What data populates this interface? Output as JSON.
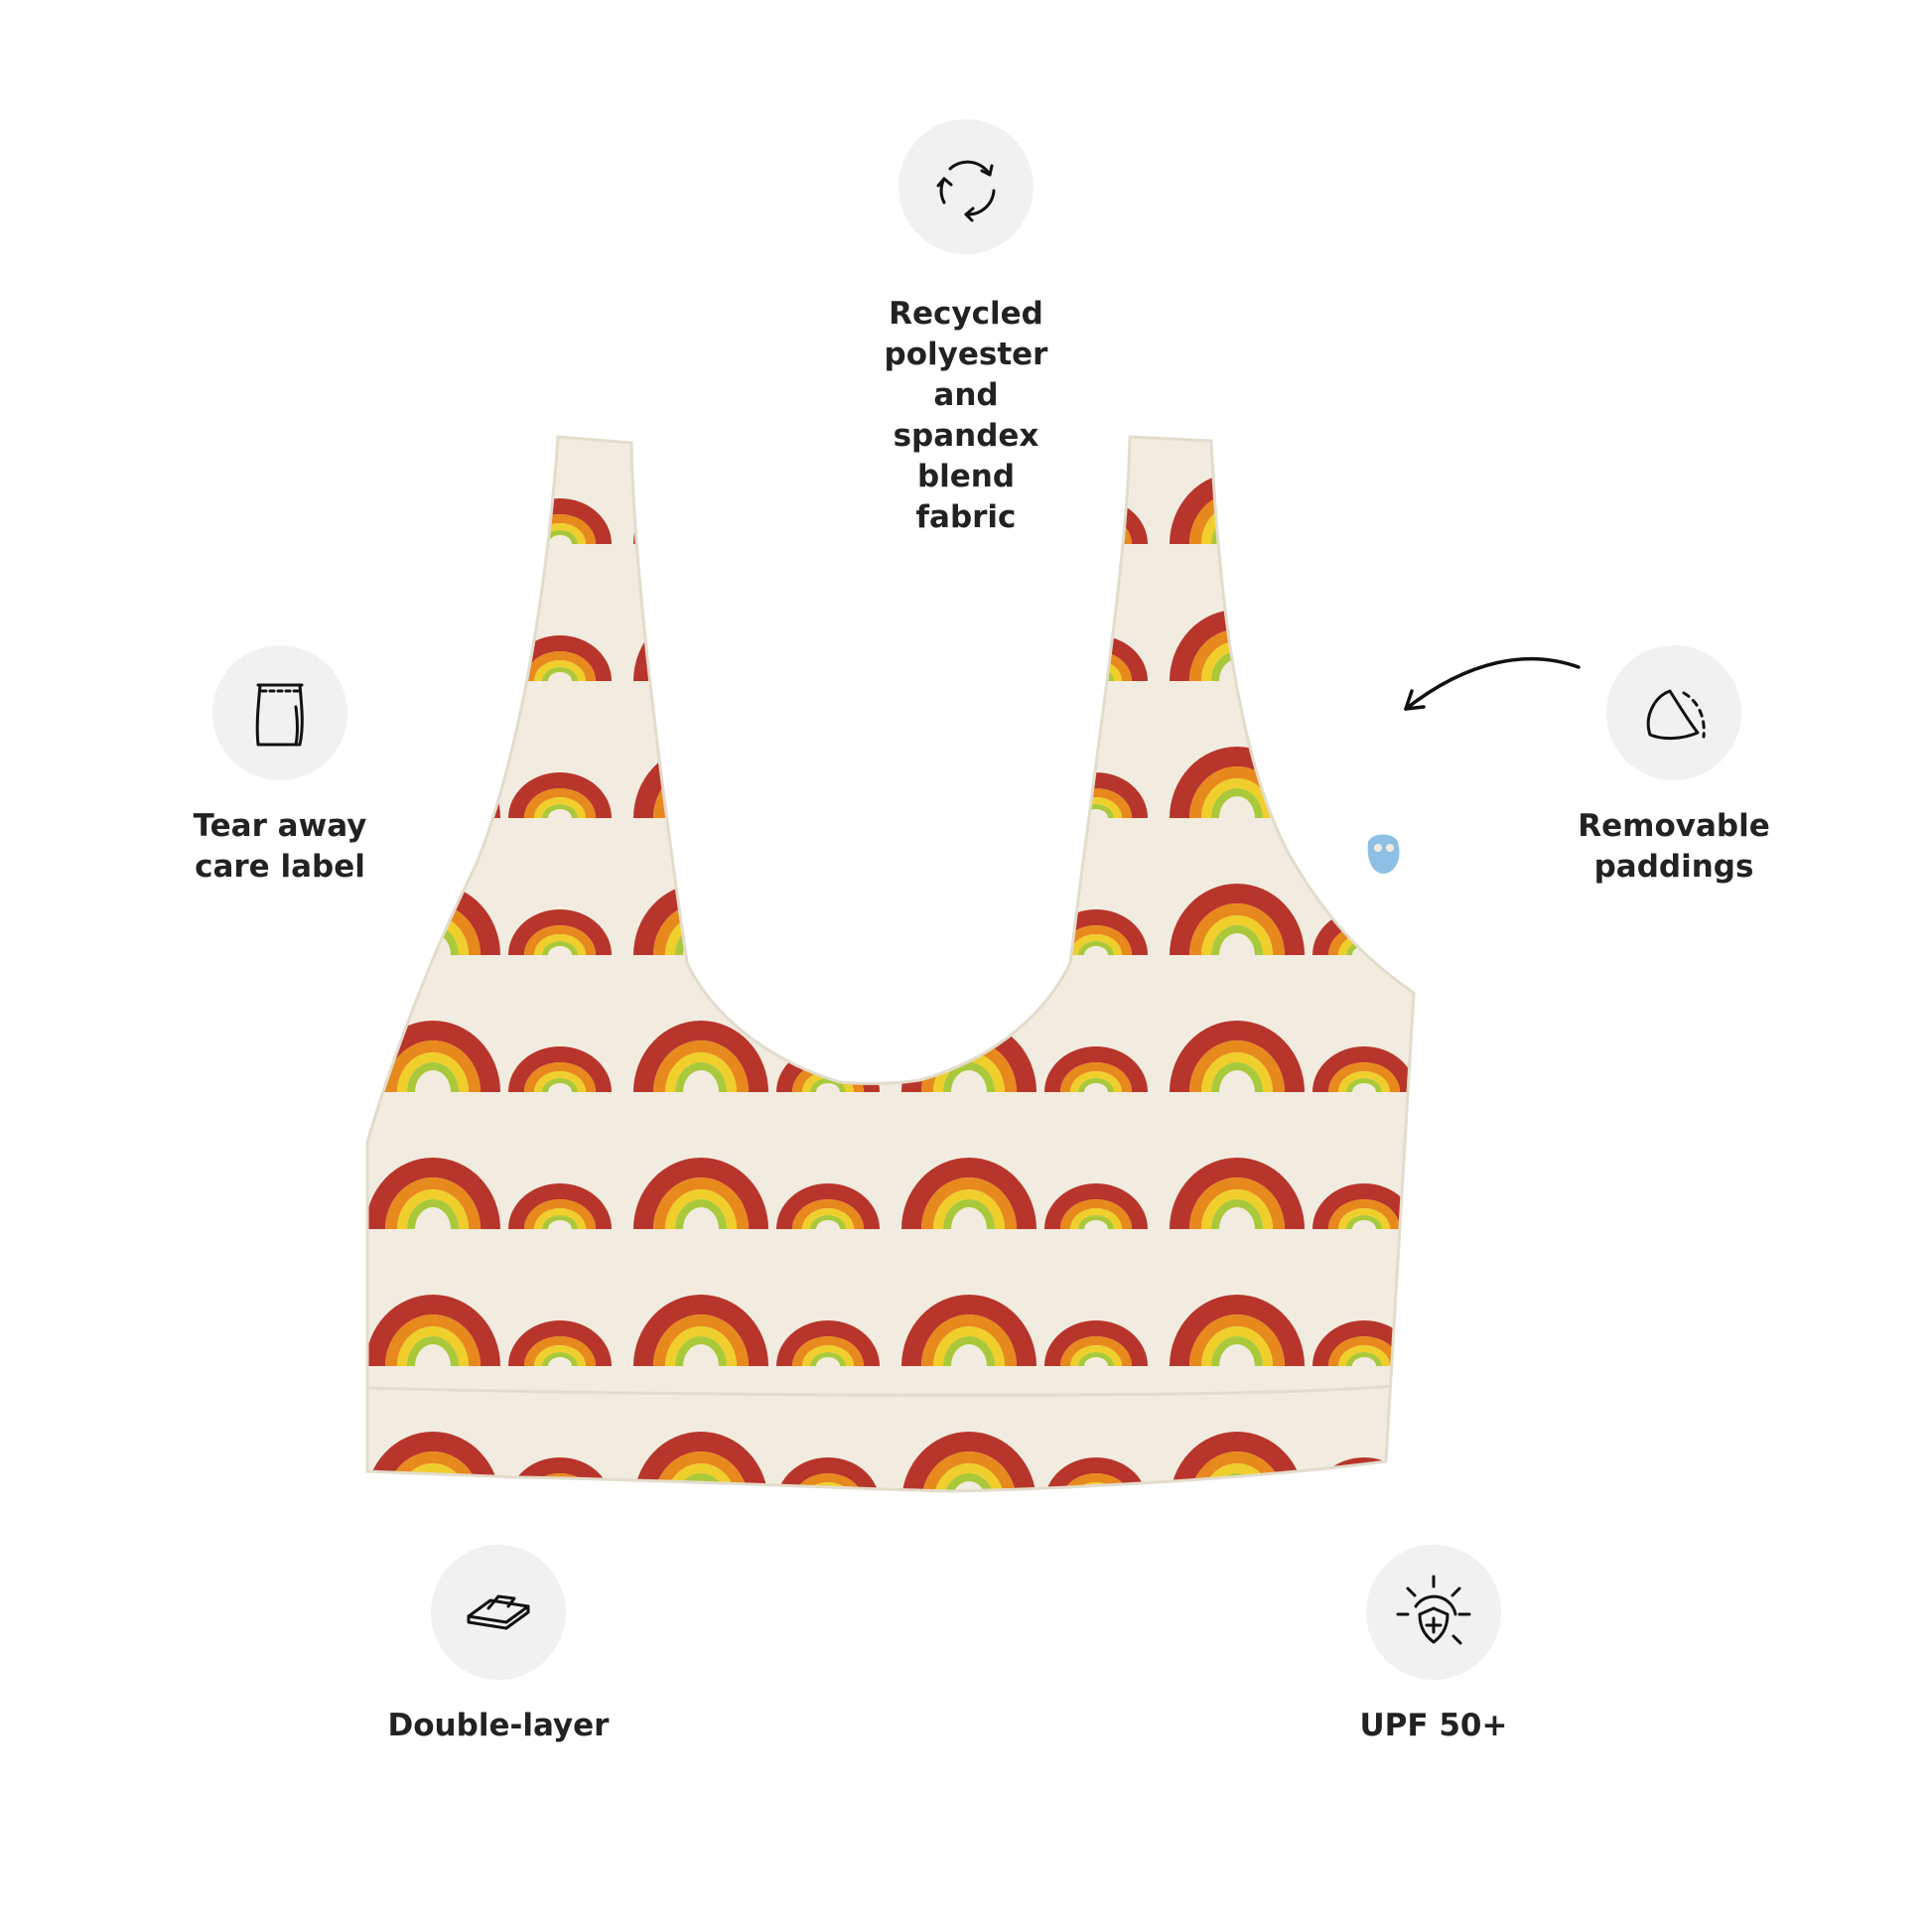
{
  "features": {
    "recycled": {
      "lines": [
        "Recycled",
        "polyester and",
        "spandex blend",
        "fabric"
      ],
      "icon": "recycle-arrows-icon"
    },
    "tear_away": {
      "lines": [
        "Tear away",
        "care label"
      ],
      "icon": "care-label-icon"
    },
    "removable": {
      "lines": [
        "Removable",
        "paddings"
      ],
      "icon": "padding-cup-icon"
    },
    "double_layer": {
      "lines": [
        "Double-layer"
      ],
      "icon": "layers-icon"
    },
    "upf": {
      "lines": [
        "UPF 50+"
      ],
      "icon": "sun-shield-icon"
    }
  },
  "colors": {
    "icon_circle": "#f1f1f1",
    "text": "#222222",
    "fabric": "#f2ece0",
    "rainbow_red": "#b8352b",
    "rainbow_orange": "#e8891e",
    "rainbow_yellow": "#f0cf2c",
    "rainbow_green": "#a9c93a",
    "logo_blue": "#8ec0e6"
  }
}
